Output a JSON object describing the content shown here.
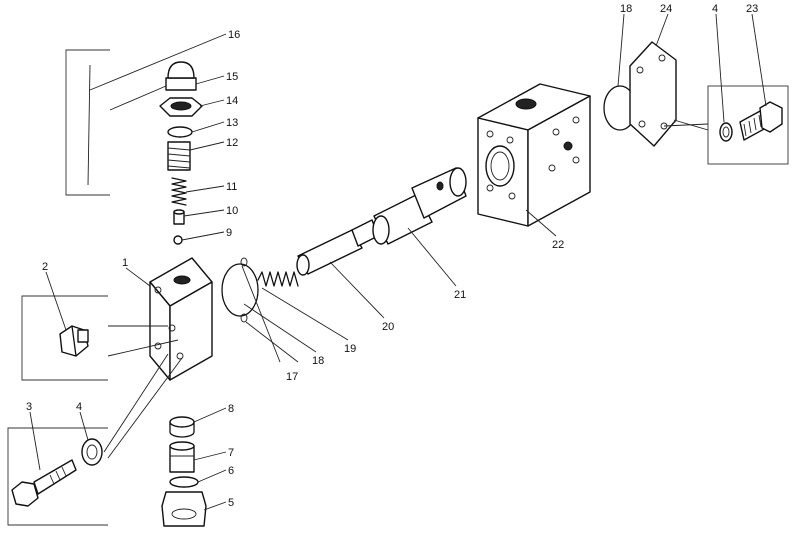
{
  "callouts": [
    {
      "id": "c1",
      "label": "1"
    },
    {
      "id": "c2",
      "label": "2"
    },
    {
      "id": "c3",
      "label": "3"
    },
    {
      "id": "c4a",
      "label": "4"
    },
    {
      "id": "c4b",
      "label": "4"
    },
    {
      "id": "c5",
      "label": "5"
    },
    {
      "id": "c6",
      "label": "6"
    },
    {
      "id": "c7",
      "label": "7"
    },
    {
      "id": "c8",
      "label": "8"
    },
    {
      "id": "c9",
      "label": "9"
    },
    {
      "id": "c10",
      "label": "10"
    },
    {
      "id": "c11",
      "label": "11"
    },
    {
      "id": "c12",
      "label": "12"
    },
    {
      "id": "c13",
      "label": "13"
    },
    {
      "id": "c14",
      "label": "14"
    },
    {
      "id": "c15",
      "label": "15"
    },
    {
      "id": "c16",
      "label": "16"
    },
    {
      "id": "c17",
      "label": "17"
    },
    {
      "id": "c18a",
      "label": "18"
    },
    {
      "id": "c18b",
      "label": "18"
    },
    {
      "id": "c19",
      "label": "19"
    },
    {
      "id": "c20",
      "label": "20"
    },
    {
      "id": "c21",
      "label": "21"
    },
    {
      "id": "c22",
      "label": "22"
    },
    {
      "id": "c23",
      "label": "23"
    },
    {
      "id": "c24",
      "label": "24"
    }
  ]
}
